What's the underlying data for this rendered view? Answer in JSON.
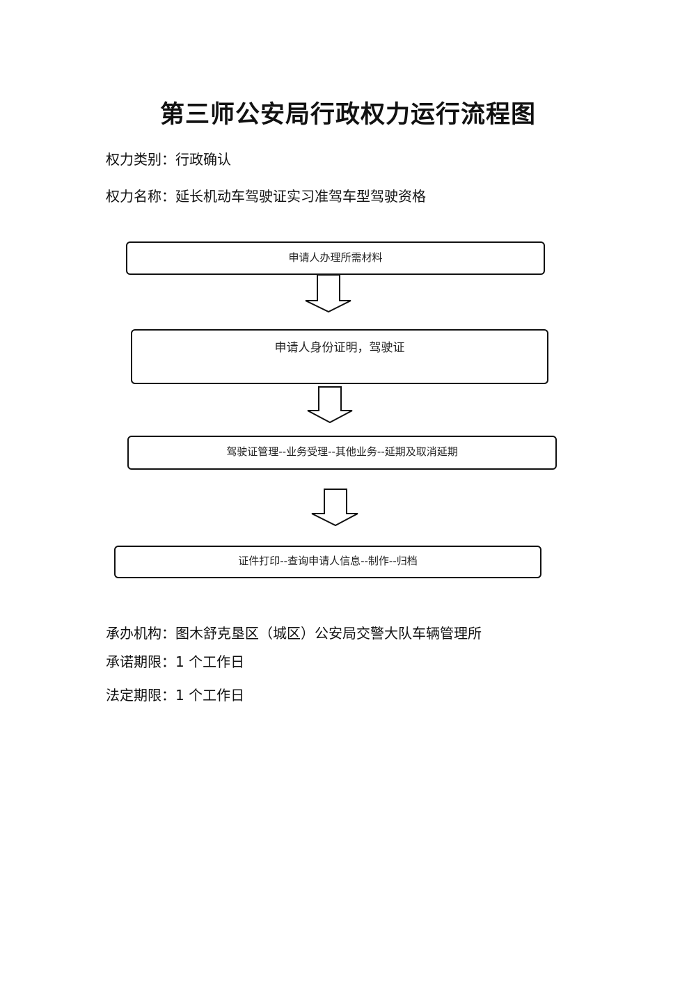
{
  "title": "第三师公安局行政权力运行流程图",
  "power_category": {
    "label": "权力类别：",
    "value": "行政确认"
  },
  "power_name": {
    "label": "权力名称：",
    "value": "延长机动车驾驶证实习准驾车型驾驶资格"
  },
  "flow": {
    "steps": [
      "申请人办理所需材料",
      "申请人身份证明，驾驶证",
      "驾驶证管理--业务受理--其他业务--延期及取消延期",
      "证件打印--查询申请人信息--制作--归档"
    ]
  },
  "footer": {
    "agency": {
      "label": "承办机构：",
      "value": "图木舒克垦区（城区）公安局交警大队车辆管理所"
    },
    "promised_period": {
      "label": "承诺期限：",
      "value": "1 个工作日"
    },
    "legal_period": {
      "label": "法定期限：",
      "value": "1 个工作日"
    }
  }
}
